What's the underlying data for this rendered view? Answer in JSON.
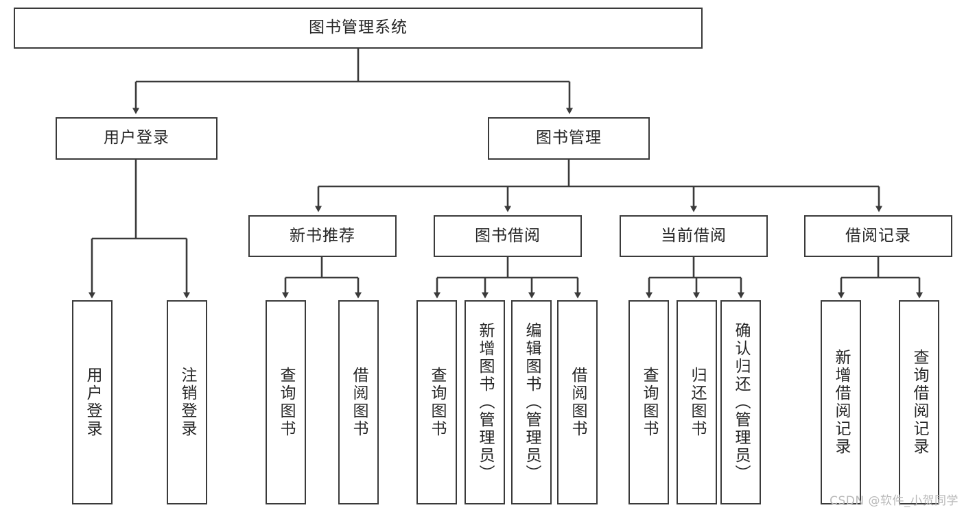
{
  "diagram": {
    "title_node": {
      "label": "图书管理系统"
    },
    "level1": [
      {
        "id": "user-login",
        "label": "用户登录"
      },
      {
        "id": "book-manage",
        "label": "图书管理"
      }
    ],
    "level2": [
      {
        "id": "new-book-recommend",
        "label": "新书推荐"
      },
      {
        "id": "book-borrow",
        "label": "图书借阅"
      },
      {
        "id": "current-borrow",
        "label": "当前借阅"
      },
      {
        "id": "borrow-record",
        "label": "借阅记录"
      }
    ],
    "leaves": {
      "user_login": [
        {
          "id": "leaf-user-login",
          "label": "用户登录"
        },
        {
          "id": "leaf-logout-login",
          "label": "注销登录"
        }
      ],
      "new_book_recommend": [
        {
          "id": "leaf-query-book-1",
          "label": "查询图书"
        },
        {
          "id": "leaf-borrow-book-1",
          "label": "借阅图书"
        }
      ],
      "book_borrow": [
        {
          "id": "leaf-query-book-2",
          "label": "查询图书"
        },
        {
          "id": "leaf-add-book",
          "label": "新增图书（管理员）"
        },
        {
          "id": "leaf-edit-book",
          "label": "编辑图书（管理员）"
        },
        {
          "id": "leaf-borrow-book-2",
          "label": "借阅图书"
        }
      ],
      "current_borrow": [
        {
          "id": "leaf-query-book-3",
          "label": "查询图书"
        },
        {
          "id": "leaf-return-book",
          "label": "归还图书"
        },
        {
          "id": "leaf-confirm-return",
          "label": "确认归还（管理员）"
        }
      ],
      "borrow_record": [
        {
          "id": "leaf-add-record",
          "label": "新增借阅记录"
        },
        {
          "id": "leaf-query-record",
          "label": "查询借阅记录"
        }
      ]
    }
  },
  "watermark": {
    "text": "CSDN @软件_小贺同学"
  },
  "colors": {
    "stroke": "#3a3a3a",
    "text": "#262626",
    "background": "#ffffff",
    "watermark": "#b9b9b9"
  }
}
